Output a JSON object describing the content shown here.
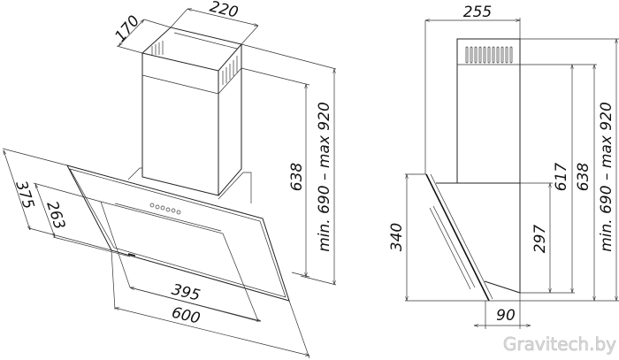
{
  "front_view": {
    "dims": {
      "chimney_width": "220",
      "chimney_depth": "170",
      "height": "638",
      "height_range": "min. 690 – max 920",
      "panel_height_outer": "375",
      "panel_height_inner": "263",
      "inner_width": "395",
      "outer_width": "600"
    }
  },
  "side_view": {
    "dims": {
      "depth": "255",
      "glass_height": "340",
      "body_height": "297",
      "chimney_height_short": "617",
      "height": "638",
      "height_range": "min. 690 – max 920",
      "glass_offset": "90"
    }
  },
  "watermark": "Gravitech.by"
}
